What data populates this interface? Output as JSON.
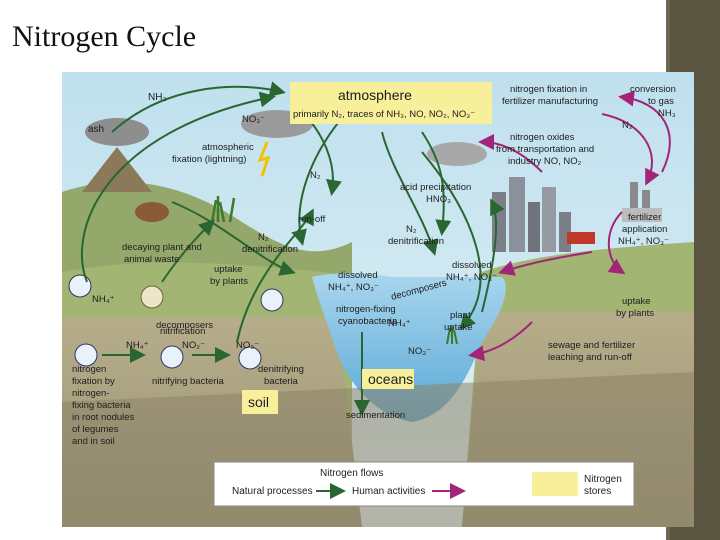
{
  "slide": {
    "title": "Nitrogen Cycle"
  },
  "stores": {
    "atmosphere": "atmosphere",
    "atmosphere_sub": "primarily N₂, traces of NH₃, NO, NO₂, NO₃⁻",
    "oceans": "oceans",
    "soil": "soil"
  },
  "labels": {
    "nh3_top": "NH₃",
    "ash": "ash",
    "no3_atm": "NO₃⁻",
    "atm_fixation_1": "atmospheric",
    "atm_fixation_2": "fixation (lightning)",
    "n2_mid": "N₂",
    "fert_manuf_1": "nitrogen fixation in",
    "fert_manuf_2": "fertilizer manufacturing",
    "conv_gas_1": "conversion",
    "conv_gas_2": "to gas",
    "conv_gas_3": "NH₃",
    "n2_right": "N₂",
    "ox_1": "nitrogen oxides",
    "ox_2": "from transportation and",
    "ox_3": "industry NO, NO₂",
    "acid_1": "acid precipitation",
    "acid_2": "HNO₃",
    "runoff": "run-off",
    "n2_denit_l1": "N₂",
    "n2_denit_l2": "denitrification",
    "n2_denit_r1": "N₂",
    "n2_denit_r2": "denitrification",
    "decay_1": "decaying plant and",
    "decay_2": "animal waste",
    "uptake_l1": "uptake",
    "uptake_l2": "by plants",
    "fert_app_1": "fertilizer",
    "fert_app_2": "application",
    "fert_app_3": "NH₄⁺, NO₃⁻",
    "dissolved_l1": "dissolved",
    "dissolved_l2": "NH₄⁺, NO₃⁻",
    "dissolved_r1": "dissolved",
    "dissolved_r2": "NH₄⁺, NO₃⁻",
    "nh4_left": "NH₄⁺",
    "decomposers": "decomposers",
    "uptake_r1": "uptake",
    "uptake_r2": "by plants",
    "nitrification": "nitrification",
    "nh4_chain": "NH₄⁺",
    "no2_chain": "NO₂⁻",
    "no3_chain": "NO₃⁻",
    "cyano_1": "nitrogen-fixing",
    "cyano_2": "cyanobacteria",
    "decomposers_sea": "decomposers",
    "nh4_sea": "NH₄⁺",
    "no3_sea": "NO₃⁻",
    "plant_uptake_1": "plant",
    "plant_uptake_2": "uptake",
    "sewage_1": "sewage and fertilizer",
    "sewage_2": "leaching and run-off",
    "fix_1": "nitrogen",
    "fix_2": "fixation by",
    "fix_3": "nitrogen-",
    "fix_4": "fixing bacteria",
    "fix_5": "in root nodules",
    "fix_6": "of legumes",
    "fix_7": "and in soil",
    "nitrifying": "nitrifying bacteria",
    "denit_bact_1": "denitrifying",
    "denit_bact_2": "bacteria",
    "sedimentation": "sedimentation"
  },
  "legend": {
    "flows_title": "Nitrogen flows",
    "natural": "Natural processes",
    "human": "Human activities",
    "stores_1": "Nitrogen",
    "stores_2": "stores"
  },
  "colors": {
    "natural_arrow": "#2a6632",
    "human_arrow": "#a2257a",
    "store_box": "#f7ef9a",
    "sky": "#c9e4f0",
    "sea": "#8fc6e6",
    "land": "#9db070",
    "soil": "#c9bd9b"
  }
}
